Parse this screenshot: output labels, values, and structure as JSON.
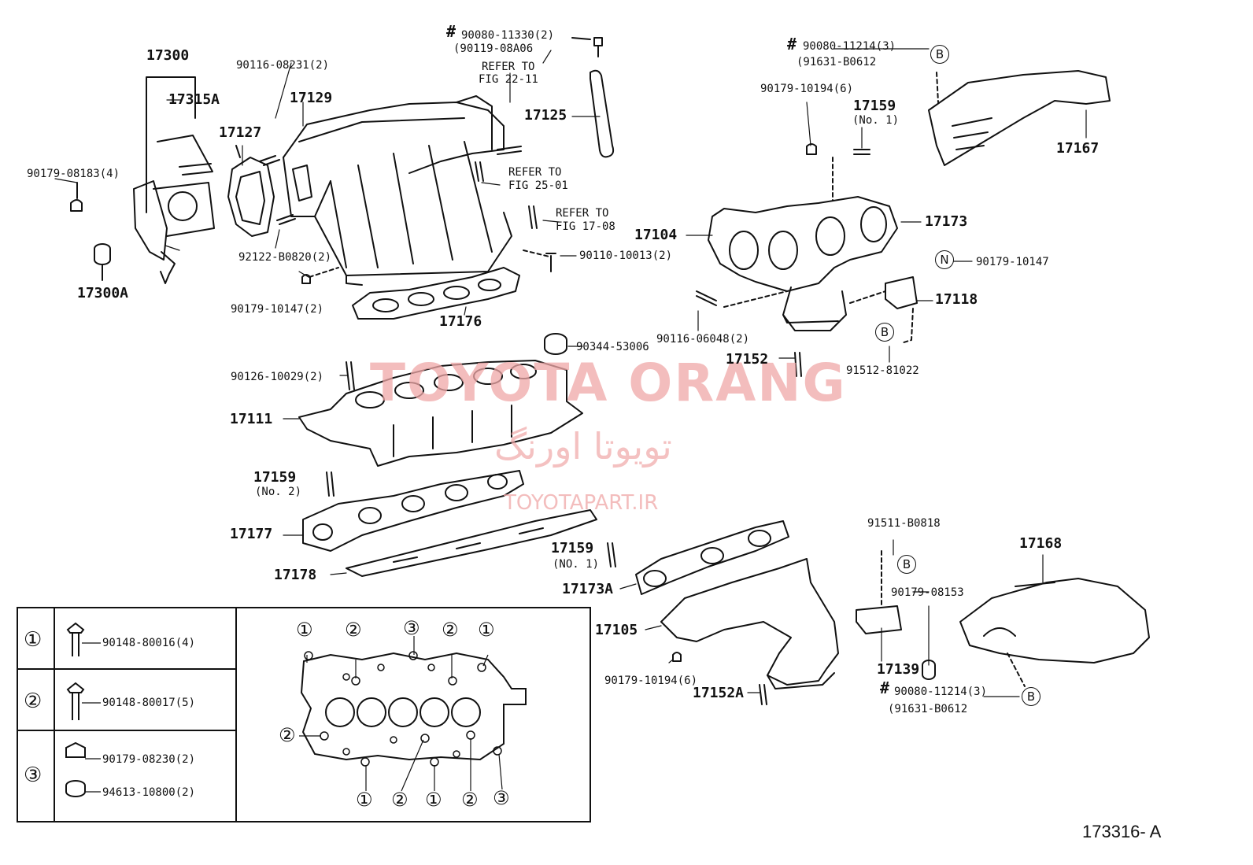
{
  "watermark": {
    "brand": "TOYOTA ORANG",
    "arabic": "تویوتا اورنگ",
    "site": "TOYOTAPART.IR"
  },
  "figure_id": "173316- A",
  "callouts": {
    "p17300": "17300",
    "p17315A": "17315A",
    "p90179_08183": "90179-08183(4)",
    "p17300A": "17300A",
    "p90116_08231": "90116-08231(2)",
    "p17127": "17127",
    "p17129": "17129",
    "p92122": "92122-B0820(2)",
    "p90179_10147_2": "90179-10147(2)",
    "p17176": "17176",
    "p90080_11330": "90080-11330(2)",
    "p90119_08A06": "(90119-08A06",
    "ref_22_11_a": "REFER TO",
    "ref_22_11_b": "FIG 22-11",
    "p17125": "17125",
    "ref_25_01_a": "REFER TO",
    "ref_25_01_b": "FIG 25-01",
    "ref_17_08_a": "REFER TO",
    "ref_17_08_b": "FIG 17-08",
    "p90110": "90110-10013(2)",
    "p90080_11214_top": "90080-11214(3)",
    "p91631_top": "(91631-B0612",
    "p90179_10194_6_top": "90179-10194(6)",
    "p17159_no1_top": "17159",
    "p17159_no1_top_sub": "(No. 1)",
    "p17167": "17167",
    "p17104": "17104",
    "p17173": "17173",
    "p90179_10147": "90179-10147",
    "p17118": "17118",
    "p90116_06048": "90116-06048(2)",
    "p90344": "90344-53006",
    "p17152": "17152",
    "p91512": "91512-81022",
    "p90126": "90126-10029(2)",
    "p17111": "17111",
    "p17159_no2": "17159",
    "p17159_no2_sub": "(No. 2)",
    "p17177": "17177",
    "p17178": "17178",
    "p17159_no1_mid": "17159",
    "p17159_no1_mid_sub": "(NO. 1)",
    "p17173A": "17173A",
    "p17105": "17105",
    "p90179_10194_6_bot": "90179-10194(6)",
    "p17152A": "17152A",
    "p91511": "91511-B0818",
    "p90179_08153": "90179-08153",
    "p17139": "17139",
    "p90080_11214_bot": "90080-11214(3)",
    "p91631_bot": "(91631-B0612",
    "p17168": "17168"
  },
  "marks": {
    "hash": "#",
    "B": "B",
    "N": "N"
  },
  "legend": {
    "rows": [
      {
        "key": "①",
        "parts": [
          "90148-80016(4)"
        ]
      },
      {
        "key": "②",
        "parts": [
          "90148-80017(5)"
        ]
      },
      {
        "key": "③",
        "parts": [
          "90179-08230(2)",
          "94613-10800(2)"
        ]
      }
    ],
    "bolt_pattern": {
      "top": [
        "①",
        "②",
        "③",
        "②",
        "①"
      ],
      "left": "②",
      "bottom": [
        "①",
        "②",
        "①",
        "②",
        "③"
      ]
    }
  }
}
